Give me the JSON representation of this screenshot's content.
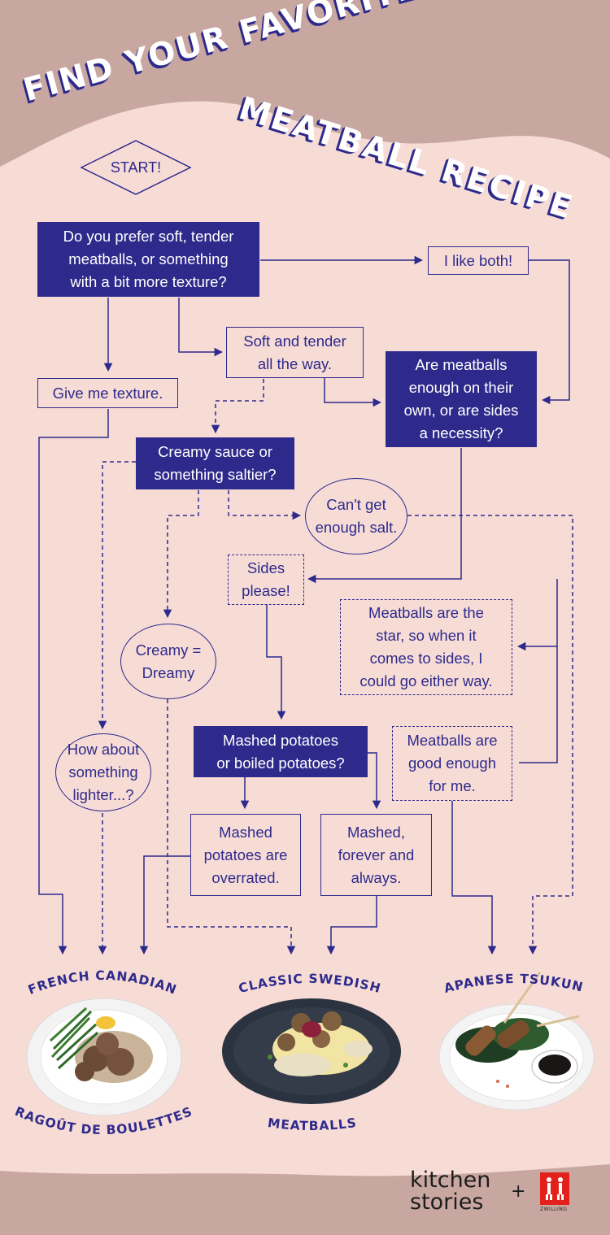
{
  "title": {
    "line1": "FIND YOUR FAVORITE",
    "line2": "MEATBALL RECIPE"
  },
  "start": "START!",
  "nodes": {
    "q_texture": "Do you prefer soft, tender\nmeatballs, or something\nwith a bit more texture?",
    "like_both": "I like both!",
    "soft_tender": "Soft and tender\nall the way.",
    "give_texture": "Give me texture.",
    "q_sides": "Are meatballs\nenough on their\nown, or are sides\na necessity?",
    "q_creamy": "Creamy sauce or\nsomething saltier?",
    "cant_salt": "Can't get\nenough salt.",
    "sides_please": "Sides\nplease!",
    "star_sides": "Meatballs are the\nstar, so when it\ncomes to sides, I\ncould go either way.",
    "creamy_dreamy": "Creamy =\nDreamy",
    "q_potatoes": "Mashed potatoes\nor boiled potatoes?",
    "good_enough": "Meatballs are\ngood enough\nfor me.",
    "lighter": "How about\nsomething\nlighter...?",
    "mashed_overrated": "Mashed\npotatoes are\noverrated.",
    "mashed_forever": "Mashed,\nforever and\nalways."
  },
  "results": {
    "french": {
      "top": "FRENCH CANADIAN",
      "bottom": "RAGOÛT DE BOULETTES"
    },
    "swedish": {
      "top": "CLASSIC SWEDISH",
      "bottom": "MEATBALLS"
    },
    "japanese": {
      "top": "JAPANESE TSUKUNE"
    }
  },
  "footer": {
    "brand": "kitchen\nstories",
    "plus": "+",
    "partner": "ZWILLING"
  },
  "colors": {
    "navy": "#2e2a8c",
    "background": "#f7dcd6",
    "band": "#c8a7a0",
    "zwilling_red": "#e2211c"
  }
}
